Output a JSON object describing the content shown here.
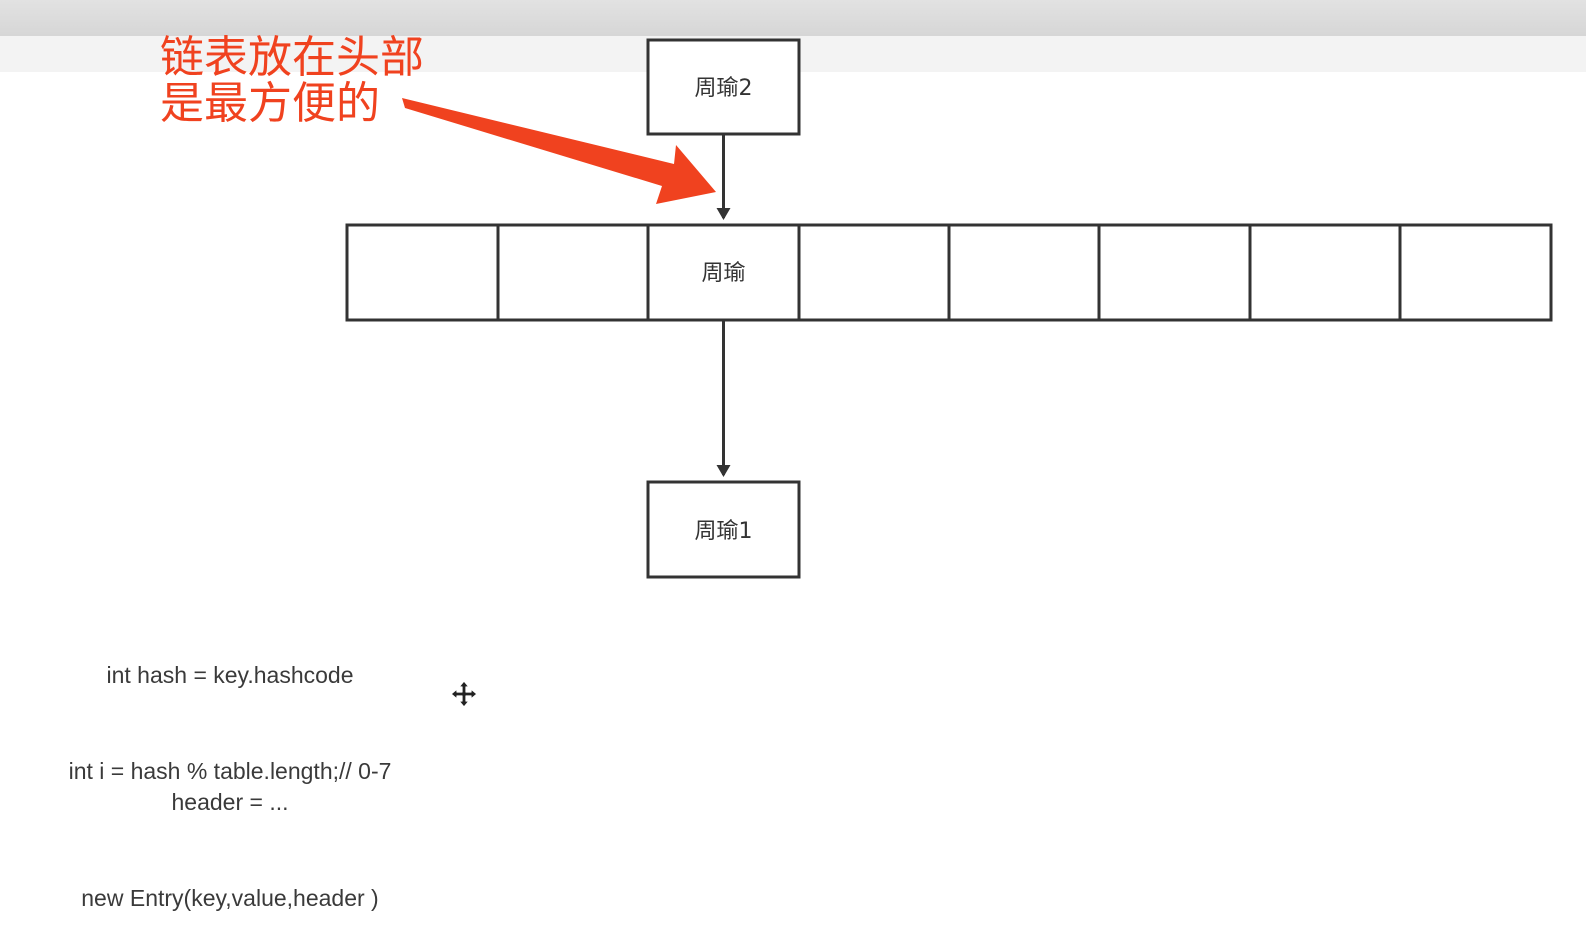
{
  "nodes": {
    "top_node": {
      "label": "周瑜2"
    },
    "bucket_node": {
      "label": "周瑜"
    },
    "bottom_node": {
      "label": "周瑜1"
    }
  },
  "array": {
    "cell_count": 8,
    "filled_cell_index": 2
  },
  "annotation": {
    "line1": "链表放在头部",
    "line2": "是最方便的",
    "color": "#f0421f"
  },
  "code": {
    "line1": "int hash = key.hashcode",
    "line2": "int i = hash % table.length;// 0-7",
    "line3": "header = ...",
    "line4": "new Entry(key,value,header )"
  },
  "icons": {
    "cursor": "move-cursor-icon"
  }
}
